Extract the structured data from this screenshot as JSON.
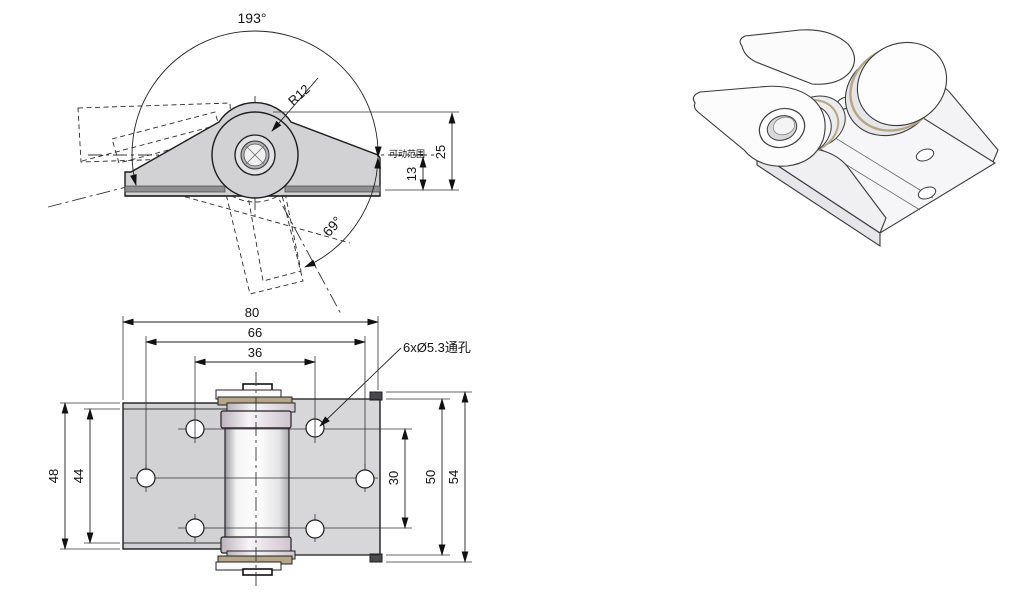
{
  "front_view": {
    "angle_range": "193°",
    "angle_open": "69°",
    "radius": "R12",
    "range_note": "可动范围",
    "dim_center_to_base": "13",
    "dim_total_height": "25"
  },
  "plan_view": {
    "dim_overall_width": "80",
    "dim_hole_span_outer": "66",
    "dim_hole_span_inner": "36",
    "dim_left_plate_height": "48",
    "dim_left_inner_height": "44",
    "dim_hole_span_vertical": "30",
    "dim_right_plate_height": "50",
    "dim_right_overall_height": "54",
    "holes_callout": "6xØ5.3通孔"
  },
  "colors": {
    "plate_gray": "#d2d2d4",
    "edge_dark": "#1c1c1c",
    "washer_tan": "#b4a687",
    "background": "#ffffff"
  }
}
